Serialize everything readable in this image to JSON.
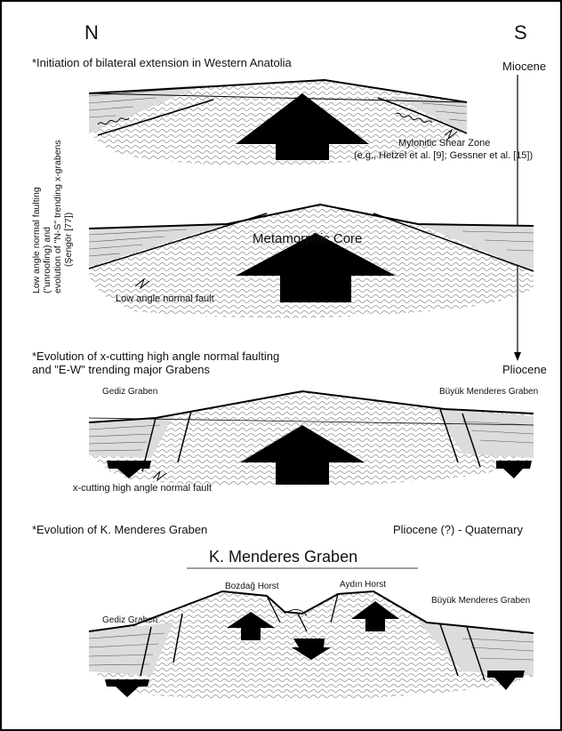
{
  "header": {
    "north": "N",
    "south": "S"
  },
  "panel1": {
    "title": "*Initiation of bilateral extension in Western Anatolia",
    "mylonitic_label": "Mylonitic Shear Zone",
    "mylonitic_refs": "(e.g., Hetzel et al. [9]; Gessner et al. [15])"
  },
  "side_label": {
    "line1": "Low angle normal faulting",
    "line2": "(\"unroofing) and",
    "line3": "evolution of \"N-S\" trending x-grabens",
    "line4": "(Şengör [77])"
  },
  "panel2": {
    "core_label": "Metamorphic Core",
    "fault_label": "Low angle normal fault"
  },
  "panel3": {
    "title_line1": "*Evolution of x-cutting high angle normal faulting",
    "title_line2": "and \"E-W\" trending major Grabens",
    "gediz": "Gediz Graben",
    "buyuk": "Büyük Menderes Graben",
    "fault_label": "x-cutting high angle normal fault"
  },
  "panel4": {
    "title": "*Evolution of K. Menderes Graben",
    "kmenderes": "K. Menderes Graben",
    "bozdag": "Bozdağ Horst",
    "aydin": "Aydın Horst",
    "gediz": "Gediz Graben",
    "buyuk": "Büyük Menderes Graben"
  },
  "timeline": {
    "miocene": "Miocene",
    "pliocene": "Pliocene",
    "quaternary": "Pliocene (?) - Quaternary"
  },
  "colors": {
    "background": "#ffffff",
    "sediment": "#dcdcdc",
    "core_wave": "#8a8a8a",
    "line": "#000000"
  }
}
